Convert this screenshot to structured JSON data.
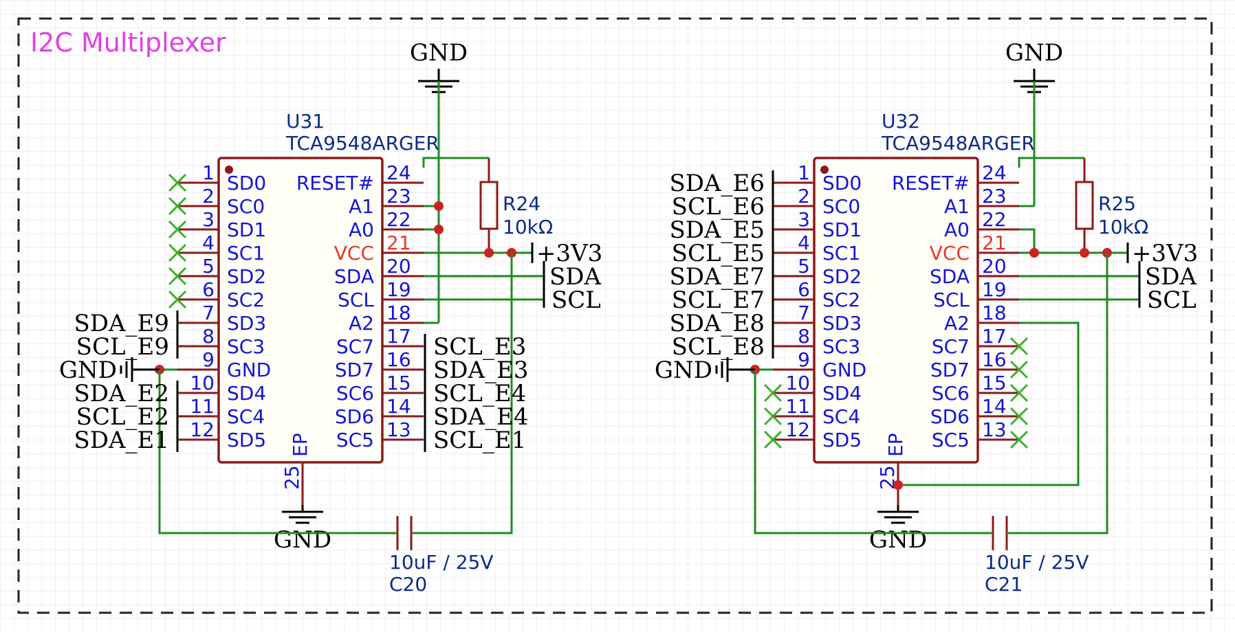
{
  "title": "I2C Multiplexer",
  "ics": [
    {
      "ref": "U31",
      "part": "TCA9548ARGER",
      "left_pins": [
        {
          "num": "1",
          "name": "SD0"
        },
        {
          "num": "2",
          "name": "SC0"
        },
        {
          "num": "3",
          "name": "SD1"
        },
        {
          "num": "4",
          "name": "SC1"
        },
        {
          "num": "5",
          "name": "SD2"
        },
        {
          "num": "6",
          "name": "SC2"
        },
        {
          "num": "7",
          "name": "SD3"
        },
        {
          "num": "8",
          "name": "SC3"
        },
        {
          "num": "9",
          "name": "GND"
        },
        {
          "num": "10",
          "name": "SD4"
        },
        {
          "num": "11",
          "name": "SC4"
        },
        {
          "num": "12",
          "name": "SD5"
        }
      ],
      "right_pins": [
        {
          "num": "24",
          "name": "RESET#"
        },
        {
          "num": "23",
          "name": "A1"
        },
        {
          "num": "22",
          "name": "A0"
        },
        {
          "num": "21",
          "name": "VCC"
        },
        {
          "num": "20",
          "name": "SDA"
        },
        {
          "num": "19",
          "name": "SCL"
        },
        {
          "num": "18",
          "name": "A2"
        },
        {
          "num": "17",
          "name": "SC7"
        },
        {
          "num": "16",
          "name": "SD7"
        },
        {
          "num": "15",
          "name": "SC6"
        },
        {
          "num": "14",
          "name": "SD6"
        },
        {
          "num": "13",
          "name": "SC5"
        }
      ],
      "ep_pin": {
        "num": "25",
        "name": "EP"
      },
      "left_nets": [
        "",
        "",
        "",
        "",
        "",
        "",
        "SDA_E9",
        "SCL_E9",
        "GND",
        "SDA_E2",
        "SCL_E2",
        "SDA_E1"
      ],
      "right_nets": [
        "",
        "",
        "",
        "",
        "SDA",
        "SCL",
        "",
        "SCL_E3",
        "SDA_E3",
        "SCL_E4",
        "SDA_E4",
        "SCL_E1"
      ],
      "resistor": {
        "ref": "R24",
        "value": "10kΩ"
      },
      "cap": {
        "ref": "C20",
        "value": "10uF / 25V"
      },
      "top_gnd": "GND",
      "bottom_gnd": "GND",
      "power": "+3V3"
    },
    {
      "ref": "U32",
      "part": "TCA9548ARGER",
      "left_pins": [
        {
          "num": "1",
          "name": "SD0"
        },
        {
          "num": "2",
          "name": "SC0"
        },
        {
          "num": "3",
          "name": "SD1"
        },
        {
          "num": "4",
          "name": "SC1"
        },
        {
          "num": "5",
          "name": "SD2"
        },
        {
          "num": "6",
          "name": "SC2"
        },
        {
          "num": "7",
          "name": "SD3"
        },
        {
          "num": "8",
          "name": "SC3"
        },
        {
          "num": "9",
          "name": "GND"
        },
        {
          "num": "10",
          "name": "SD4"
        },
        {
          "num": "11",
          "name": "SC4"
        },
        {
          "num": "12",
          "name": "SD5"
        }
      ],
      "right_pins": [
        {
          "num": "24",
          "name": "RESET#"
        },
        {
          "num": "23",
          "name": "A1"
        },
        {
          "num": "22",
          "name": "A0"
        },
        {
          "num": "21",
          "name": "VCC"
        },
        {
          "num": "20",
          "name": "SDA"
        },
        {
          "num": "19",
          "name": "SCL"
        },
        {
          "num": "18",
          "name": "A2"
        },
        {
          "num": "17",
          "name": "SC7"
        },
        {
          "num": "16",
          "name": "SD7"
        },
        {
          "num": "15",
          "name": "SC6"
        },
        {
          "num": "14",
          "name": "SD6"
        },
        {
          "num": "13",
          "name": "SC5"
        }
      ],
      "ep_pin": {
        "num": "25",
        "name": "EP"
      },
      "left_nets": [
        "SDA_E6",
        "SCL_E6",
        "SDA_E5",
        "SCL_E5",
        "SDA_E7",
        "SCL_E7",
        "SDA_E8",
        "SCL_E8",
        "GND",
        "",
        "",
        ""
      ],
      "right_nets": [
        "",
        "",
        "",
        "",
        "SDA",
        "SCL",
        "",
        "",
        "",
        "",
        "",
        ""
      ],
      "resistor": {
        "ref": "R25",
        "value": "10kΩ"
      },
      "cap": {
        "ref": "C21",
        "value": "10uF / 25V"
      },
      "top_gnd": "GND",
      "bottom_gnd": "GND",
      "power": "+3V3"
    }
  ]
}
